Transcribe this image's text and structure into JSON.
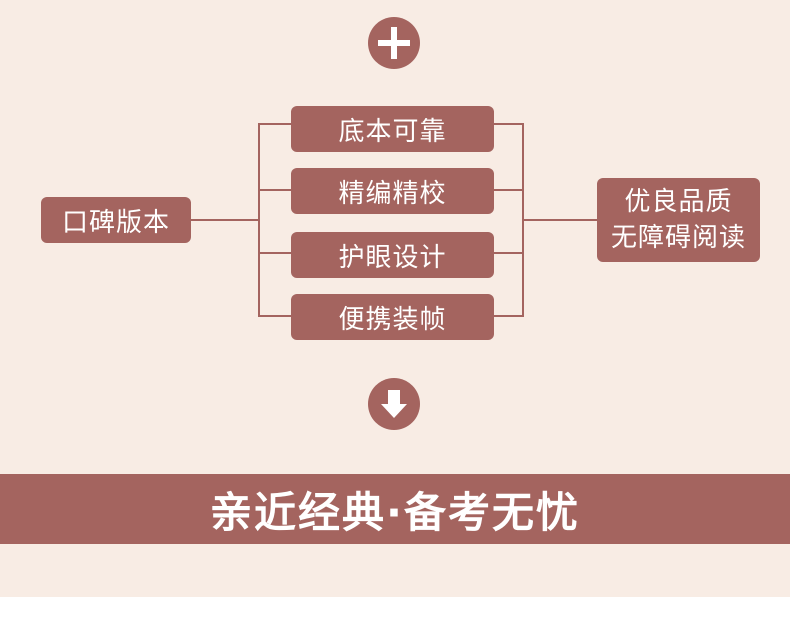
{
  "diagram": {
    "top_icon": "plus-icon",
    "bottom_icon": "arrow-down-icon",
    "left_node": "口碑版本",
    "center_nodes": [
      "底本可靠",
      "精编精校",
      "护眼设计",
      "便携装帧"
    ],
    "right_node": {
      "line1": "优良品质",
      "line2": "无障碍阅读"
    }
  },
  "banner": {
    "text": "亲近经典·备考无忧"
  },
  "colors": {
    "background": "#f8ece4",
    "accent": "#a4645f",
    "text_on_accent": "#ffffff"
  }
}
